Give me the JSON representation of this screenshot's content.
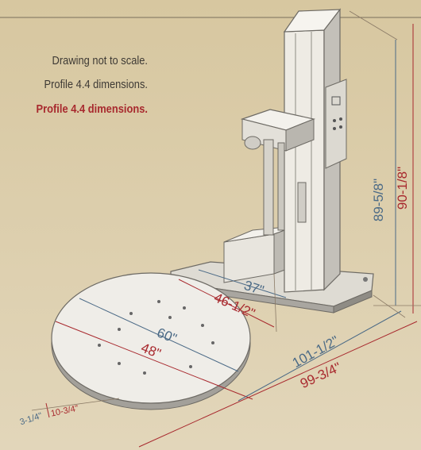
{
  "notes": {
    "line1": "Drawing not to scale.",
    "line2": "Profile 4.4 dimensions.",
    "line3": "Profile 4.4 dimensions."
  },
  "dimensions": {
    "height_blue": "89-5/8\"",
    "height_red": "90-1/8\"",
    "mast_offset_blue": "37\"",
    "mast_offset_red": "46-1/2\"",
    "turntable_blue": "60\"",
    "turntable_red": "48\"",
    "length_blue": "101-1/2\"",
    "length_red": "99-3/4\"",
    "turntable_height_blue": "3-1/4\"",
    "turntable_height_red": "10-3/4\""
  },
  "colors": {
    "background": "#d9c9a4",
    "blue_dimension": "#4b6a86",
    "red_dimension": "#a8292e",
    "note_text": "#3e3a35",
    "machine_light": "#f2f0ea",
    "machine_mid": "#cfccc4",
    "machine_dark": "#8f8c85"
  }
}
